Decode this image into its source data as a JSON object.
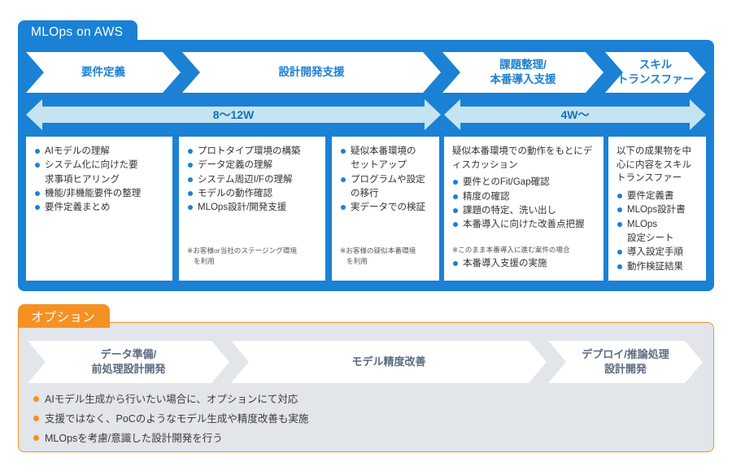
{
  "main_panel": {
    "title": "MLOps on AWS",
    "accent_color": "#1b81d4",
    "phases": [
      {
        "line1": "要件定義",
        "line2": ""
      },
      {
        "line1": "設計開発支援",
        "line2": ""
      },
      {
        "line1": "課題整理/",
        "line2": "本番導入支援"
      },
      {
        "line1": "スキル",
        "line2": "トランスファー"
      }
    ],
    "durations": [
      {
        "label": "8〜12W"
      },
      {
        "label": "4W〜"
      }
    ],
    "cards": [
      {
        "lead": "",
        "items": [
          {
            "text": "AIモデルの理解",
            "bullet": true
          },
          {
            "text": "システム化に向けた要",
            "bullet": true
          },
          {
            "text": "求事項ヒアリング",
            "bullet": false
          },
          {
            "text": "機能/非機能要件の整理",
            "bullet": true
          },
          {
            "text": "要件定義まとめ",
            "bullet": true
          }
        ],
        "note": "",
        "note_indent": ""
      },
      {
        "lead": "",
        "items": [
          {
            "text": "プロトタイプ環境の構築",
            "bullet": true
          },
          {
            "text": "データ定義の理解",
            "bullet": true
          },
          {
            "text": "システム周辺I/Fの理解",
            "bullet": true
          },
          {
            "text": "モデルの動作確認",
            "bullet": true
          },
          {
            "text": "MLOps設計/開発支援",
            "bullet": true
          }
        ],
        "note": "※お客様or当社のステージング環境",
        "note_indent": "を利用"
      },
      {
        "lead": "",
        "items": [
          {
            "text": "疑似本番環境の",
            "bullet": true
          },
          {
            "text": "セットアップ",
            "bullet": false
          },
          {
            "text": "プログラムや設定",
            "bullet": true
          },
          {
            "text": "の移行",
            "bullet": false
          },
          {
            "text": "実データでの検証",
            "bullet": true
          }
        ],
        "note": "※お客様の疑似本番環境",
        "note_indent": "を利用"
      },
      {
        "lead": "疑似本番環境での動作をもとにディスカッション",
        "items": [
          {
            "text": "要件とのFit/Gap確認",
            "bullet": true
          },
          {
            "text": "精度の確認",
            "bullet": true
          },
          {
            "text": "課題の特定、洗い出し",
            "bullet": true
          },
          {
            "text": "本番導入に向けた改善点把握",
            "bullet": true
          }
        ],
        "note": "※このまま本番導入に進む案件の場合",
        "note_indent": "",
        "post_items": [
          {
            "text": "本番導入支援の実施",
            "bullet": true
          }
        ]
      },
      {
        "lead": "以下の成果物を中心に内容をスキルトランスファー",
        "items": [
          {
            "text": "要件定義書",
            "bullet": true
          },
          {
            "text": "MLOps設計書",
            "bullet": true
          },
          {
            "text": "MLOps",
            "bullet": true
          },
          {
            "text": "設定シート",
            "bullet": false
          },
          {
            "text": "導入設定手順",
            "bullet": true
          },
          {
            "text": "動作検証結果",
            "bullet": true
          }
        ],
        "note": "",
        "note_indent": ""
      }
    ]
  },
  "option_panel": {
    "title": "オプション",
    "accent_color": "#f49122",
    "phases": [
      {
        "line1": "データ準備/",
        "line2": "前処理設計開発"
      },
      {
        "line1": "モデル精度改善",
        "line2": ""
      },
      {
        "line1": "デプロイ/推論処理",
        "line2": "設計開発"
      }
    ],
    "notes": [
      "AIモデル生成から行いたい場合に、オプションにて対応",
      "支援ではなく、PoCのようなモデル生成や精度改善も実施",
      "MLOpsを考慮/意識した設計開発を行う"
    ]
  }
}
